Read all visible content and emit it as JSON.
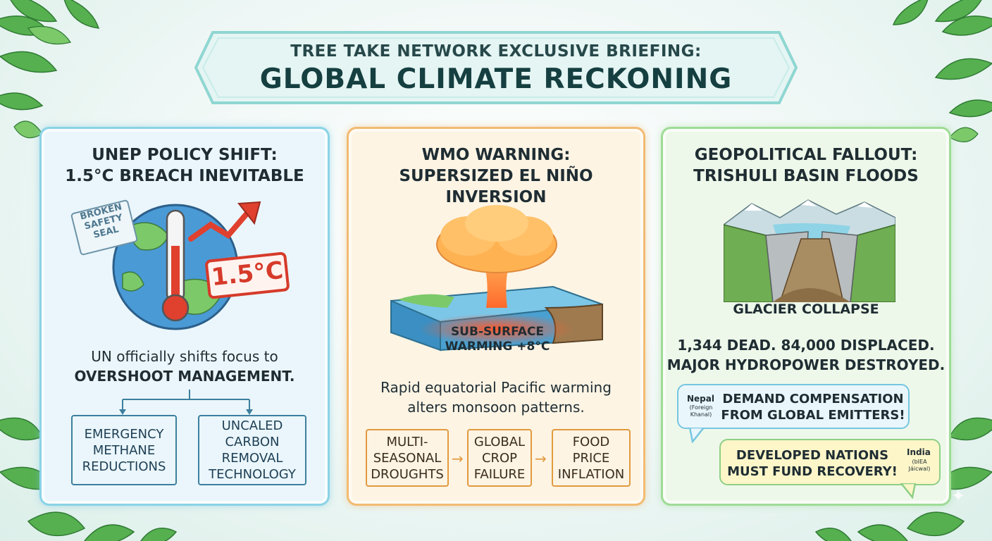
{
  "header": {
    "subtitle": "TREE TAKE NETWORK EXCLUSIVE BRIEFING:",
    "title": "GLOBAL CLIMATE RECKONING"
  },
  "panel1": {
    "title_line1": "UNEP POLICY SHIFT:",
    "title_line2": "1.5°C BREACH INEVITABLE",
    "stamp_text": "BROKEN\nSAFETY\nSEAL",
    "temp_label": "1.5°C",
    "body_line1": "UN officially shifts focus to",
    "body_line2": "OVERSHOOT MANAGEMENT.",
    "items": [
      "EMERGENCY\nMETHANE\nREDUCTIONS",
      "UNCALED\nCARBON\nREMOVAL\nTECHNOLOGY"
    ]
  },
  "panel2": {
    "title_line1": "WMO WARNING:",
    "title_line2": "SUPERSIZED EL NIÑO INVERSION",
    "illus_label": "SUB-SURFACE\nWARMING +8°C",
    "body_line1": "Rapid equatorial Pacific warming",
    "body_line2": "alters monsoon patterns.",
    "chain": [
      "MULTI-\nSEASONAL\nDROUGHTS",
      "GLOBAL\nCROP\nFAILURE",
      "FOOD\nPRICE\nINFLATION"
    ]
  },
  "panel3": {
    "title_line1": "GEOPOLITICAL FALLOUT:",
    "title_line2": "TRISHULI BASIN FLOODS",
    "illus_label": "GLACIER COLLAPSE",
    "body_line1": "1,344 DEAD. 84,000 DISPLACED.",
    "body_line2": "MAJOR HYDROPOWER DESTROYED.",
    "quote1": {
      "country": "Nepal",
      "note": "(Foreign\nKhanal)",
      "text": "DEMAND COMPENSATION\nFROM GLOBAL EMITTERS!"
    },
    "quote2": {
      "country": "India",
      "note": "(bIEA\nJáicwal)",
      "text": "DEVELOPED NATIONS\nMUST FUND RECOVERY!"
    }
  },
  "colors": {
    "panel1_border": "#8ad3e6",
    "panel2_border": "#f2bb72",
    "panel3_border": "#9edc96",
    "alert_red": "#d63a2a",
    "leaf_green": "#4da84a"
  }
}
